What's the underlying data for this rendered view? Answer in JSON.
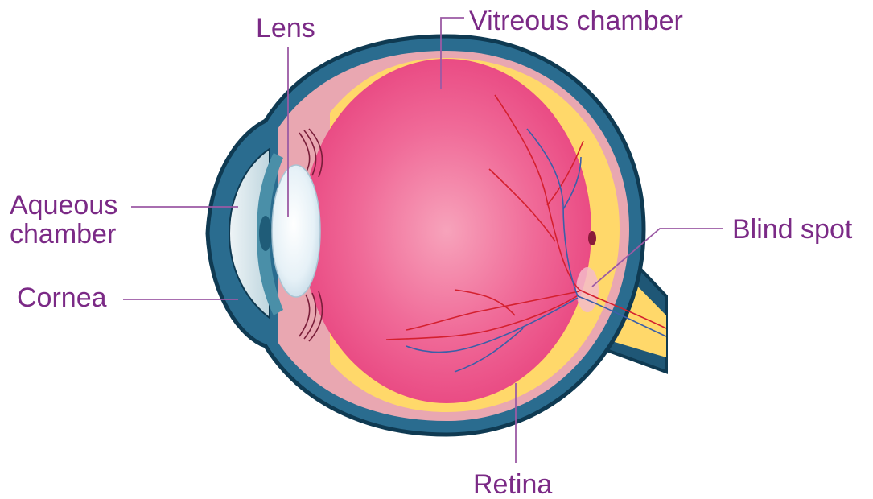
{
  "colors": {
    "label_text": "#7b2a86",
    "leader_line": "#9b5aa4",
    "sclera_outline": "#0f3a52",
    "choroid_blue": "#2c6f92",
    "choroid_pink": "#e7a3ad",
    "retina_yellow": "#ffd86a",
    "vitreous_center": "#f49ab3",
    "vitreous_edge": "#ea4a83",
    "cornea_fill": "#dbe8ec",
    "iris_blue": "#4a8fa8",
    "lens_fill": "#e8f2f8",
    "artery_red": "#d4202f",
    "vein_blue": "#3b5fa8",
    "optic_nerve_yellow": "#ffd86a"
  },
  "labels": {
    "lens": "Lens",
    "vitreous_chamber": "Vitreous chamber",
    "aqueous_line1": "Aqueous",
    "aqueous_line2": "chamber",
    "cornea": "Cornea",
    "blind_spot": "Blind spot",
    "retina": "Retina"
  }
}
